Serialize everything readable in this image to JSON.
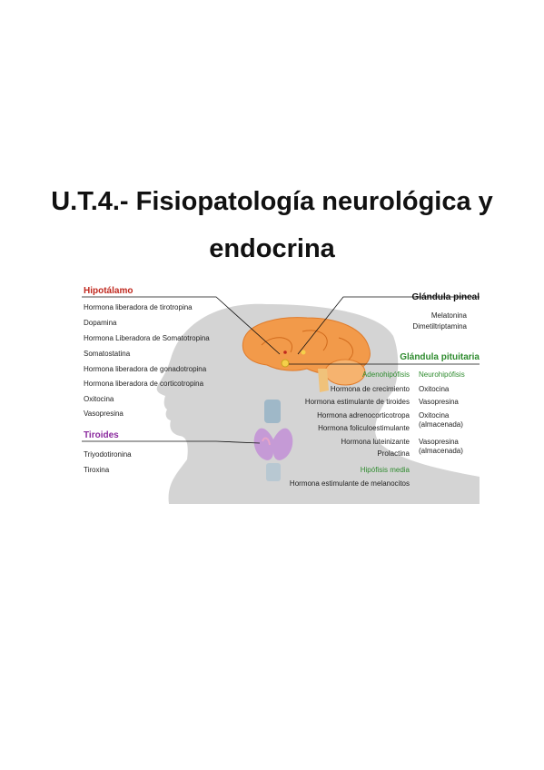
{
  "title": {
    "line1": "U.T.4.- Fisiopatología neurológica y",
    "line2": "endocrina"
  },
  "figure": {
    "hipotalamo": {
      "heading": "Hipotálamo",
      "items": [
        "Hormona liberadora de tirotropina",
        "Dopamina",
        "Hormona Liberadora de Somatotropina",
        "Somatostatina",
        "Hormona liberadora de gonadotropina",
        "Hormona liberadora de corticotropina",
        "Oxitocina",
        "Vasopresina"
      ]
    },
    "tiroides": {
      "heading": "Tiroides",
      "items": [
        "Triyodotironina",
        "Tiroxina"
      ]
    },
    "pineal": {
      "heading": "Glándula pineal",
      "items": [
        "Melatonina",
        "Dimetiltriptamina"
      ]
    },
    "pituitaria": {
      "heading": "Glándula pituitaria",
      "adeno": {
        "heading": "Adenohipófisis",
        "items": [
          "Hormona de crecimiento",
          "Hormona estimulante de tiroides",
          "Hormona adrenocorticotropa",
          "Hormona foliculoestimulante",
          "Hormona luteinizante",
          "Prolactina"
        ]
      },
      "neuro": {
        "heading": "Neurohipófisis",
        "items": [
          "Oxitocina",
          "Vasopresina",
          "Oxitocina",
          "(almacenada)",
          "Vasopresina",
          "(almacenada)"
        ]
      },
      "media": {
        "heading": "Hipófisis media",
        "items": [
          "Hormona estimulante de melanocitos"
        ]
      }
    },
    "colors": {
      "red": "#c0281e",
      "green": "#2e8b2e",
      "purple": "#8a2a9e",
      "silhouette": "#d4d4d4",
      "brain": "#f29a4a"
    }
  }
}
